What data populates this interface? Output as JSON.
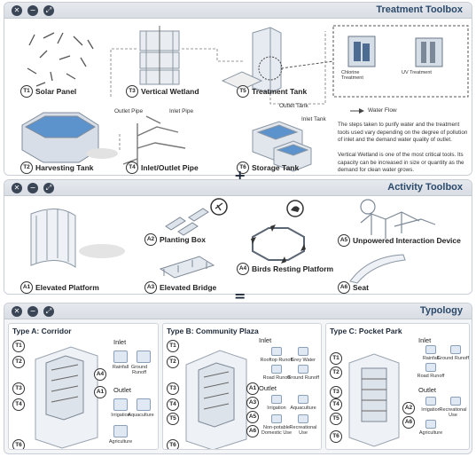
{
  "treatment": {
    "title": "Treatment Toolbox",
    "items": [
      {
        "id": "T1",
        "label": "Solar Panel"
      },
      {
        "id": "T2",
        "label": "Harvesting Tank"
      },
      {
        "id": "T3",
        "label": "Vertical Wetland"
      },
      {
        "id": "T4",
        "label": "Inlet/Outlet Pipe"
      },
      {
        "id": "T5",
        "label": "Treatment Tank"
      },
      {
        "id": "T6",
        "label": "Storage Tank"
      }
    ],
    "annotations": {
      "outlet_pipe": "Outlet Pipe",
      "inlet_pipe": "Inlet Pipe",
      "outlet_tank": "Outlet Tank",
      "inlet_tank": "Inlet Tank",
      "chlorine": "Chlorine Treatment",
      "uv": "UV Treatment",
      "water_flow": "Water Flow"
    },
    "description_1": "The steps taken to purify water and the treatment tools used vary depending on the degree of pollution of inlet and the demand water quality of outlet.",
    "description_2": "Vertical Wetland is one of the most critical tools. Its capacity can be increased in size or quantity as the demand for clean water grows."
  },
  "connectors": {
    "plus": "+",
    "equals": "="
  },
  "activity": {
    "title": "Activity Toolbox",
    "items": [
      {
        "id": "A1",
        "label": "Elevated Platform"
      },
      {
        "id": "A2",
        "label": "Planting Box"
      },
      {
        "id": "A3",
        "label": "Elevated Bridge"
      },
      {
        "id": "A4",
        "label": "Birds Resting Platform"
      },
      {
        "id": "A5",
        "label": "Unpowered Interaction Device"
      },
      {
        "id": "A6",
        "label": "Seat"
      }
    ]
  },
  "typology": {
    "title": "Typology",
    "labels": {
      "inlet": "Inlet",
      "outlet": "Outlet"
    },
    "types": [
      {
        "title": "Type A: Corridor",
        "badges": [
          "T1",
          "T2",
          "T3",
          "T4",
          "T6"
        ],
        "right_badges": [
          "A4",
          "A1"
        ],
        "inlet": [
          "Rainfall",
          "Ground Runoff"
        ],
        "outlet": [
          "Irrigation",
          "Aquaculture",
          "Agriculture"
        ]
      },
      {
        "title": "Type B: Community Plaza",
        "badges": [
          "T1",
          "T2",
          "T3",
          "T4",
          "T5",
          "T6"
        ],
        "right_badges": [
          "A1",
          "A3",
          "A5",
          "A6"
        ],
        "inlet": [
          "Rooftop Runoff",
          "Grey Water",
          "Road Runoff",
          "Ground Runoff"
        ],
        "outlet": [
          "Irrigation",
          "Aquaculture",
          "Non-potable Domestic Use",
          "Recreational Use"
        ]
      },
      {
        "title": "Type C: Pocket Park",
        "badges": [
          "T1",
          "T2",
          "T3",
          "T4",
          "T5",
          "T6"
        ],
        "right_badges": [
          "A2",
          "A6"
        ],
        "inlet": [
          "Rainfall",
          "Ground Runoff",
          "Road Runoff"
        ],
        "outlet": [
          "Irrigation",
          "Recreational Use",
          "Agriculture"
        ]
      }
    ]
  },
  "window_controls": [
    "close",
    "minimize",
    "expand"
  ],
  "colors": {
    "accent": "#2b4a6b",
    "water": "#6fa3d6",
    "header": "#dfe3e9"
  }
}
